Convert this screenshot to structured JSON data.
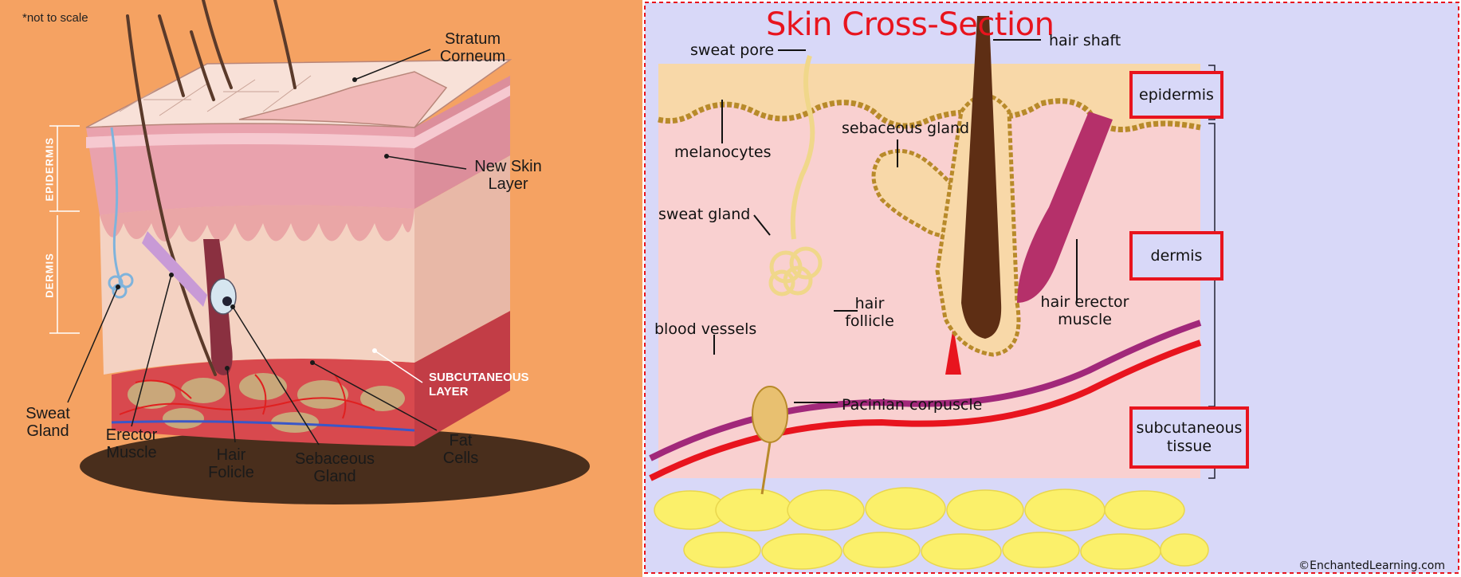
{
  "left_diagram": {
    "note": "*not to scale",
    "layer_labels": {
      "epidermis": "EPIDERMIS",
      "dermis": "DERMIS",
      "subcutaneous": "SUBCUTANEOUS LAYER"
    },
    "labels": {
      "stratum_corneum": "Stratum Corneum",
      "new_skin_layer": "New Skin Layer",
      "sweat_gland": "Sweat Gland",
      "erector_muscle": "Erector Muscle",
      "hair_folicle": "Hair Folicle",
      "sebaceous_gland": "Sebaceous Gland",
      "fat_cells": "Fat Cells"
    }
  },
  "right_diagram": {
    "title": "Skin Cross-Section",
    "labels": {
      "sweat_pore": "sweat pore",
      "hair_shaft": "hair shaft",
      "melanocytes": "melanocytes",
      "sebaceous_gland": "sebaceous gland",
      "sweat_gland": "sweat gland",
      "hair_follicle": "hair follicle",
      "hair_erector_muscle": "hair erector muscle",
      "blood_vessels": "blood vessels",
      "pacinian_corpuscle": "Pacinian corpuscle"
    },
    "layers": {
      "epidermis": "epidermis",
      "dermis": "dermis",
      "subcutaneous": "subcutaneous tissue"
    },
    "copyright": "©EnchantedLearning.com"
  },
  "colors": {
    "left_bg": "#f5a262",
    "right_bg": "#d8d8f8",
    "title_red": "#e8141e"
  }
}
